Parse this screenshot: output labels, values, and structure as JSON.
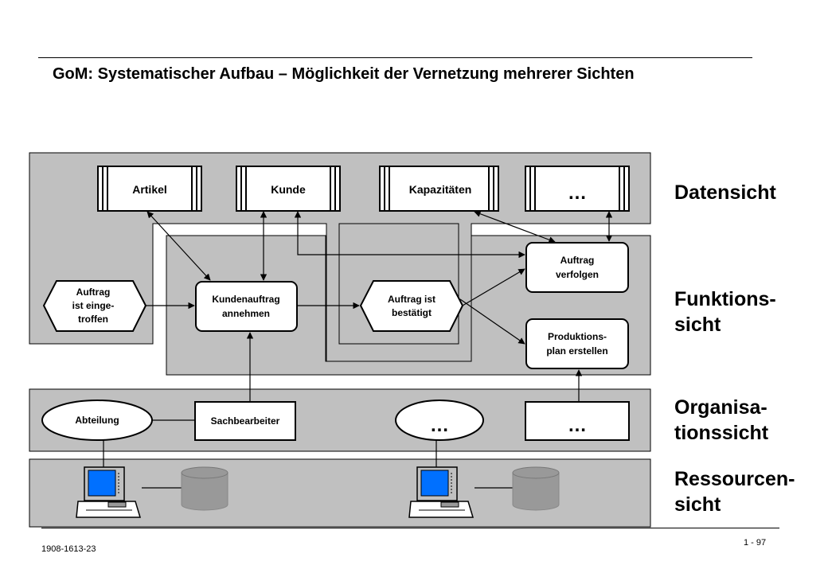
{
  "header": {
    "title": "GoM: Systematischer Aufbau – Möglichkeit der Vernetzung mehrerer Sichten"
  },
  "views": {
    "data": "Datensicht",
    "function_line1": "Funktions-",
    "function_line2": "sicht",
    "org_line1": "Organisa-",
    "org_line2": "tionssicht",
    "resource_line1": "Ressourcen-",
    "resource_line2": "sicht"
  },
  "entities": {
    "artikel": "Artikel",
    "kunde": "Kunde",
    "kapazitaeten": "Kapazitäten",
    "more": "…"
  },
  "events": {
    "eingetroffen_1": "Auftrag",
    "eingetroffen_2": "ist einge-",
    "eingetroffen_3": "troffen",
    "bestaetigt_1": "Auftrag ist",
    "bestaetigt_2": "bestätigt"
  },
  "functions": {
    "kundenauftrag_1": "Kundenauftrag",
    "kundenauftrag_2": "annehmen",
    "verfolgen_1": "Auftrag",
    "verfolgen_2": "verfolgen",
    "produktion_1": "Produktions-",
    "produktion_2": "plan erstellen"
  },
  "organisation": {
    "abteilung": "Abteilung",
    "sachbearbeiter": "Sachbearbeiter",
    "more_unit": "…",
    "more_role": "…"
  },
  "colors": {
    "panel_gray": "#c0c0c0",
    "monitor_blue": "#0070ff",
    "cylinder_gray": "#999999"
  },
  "footer": {
    "left": "1908-1613-23",
    "right": "1 - 97"
  }
}
